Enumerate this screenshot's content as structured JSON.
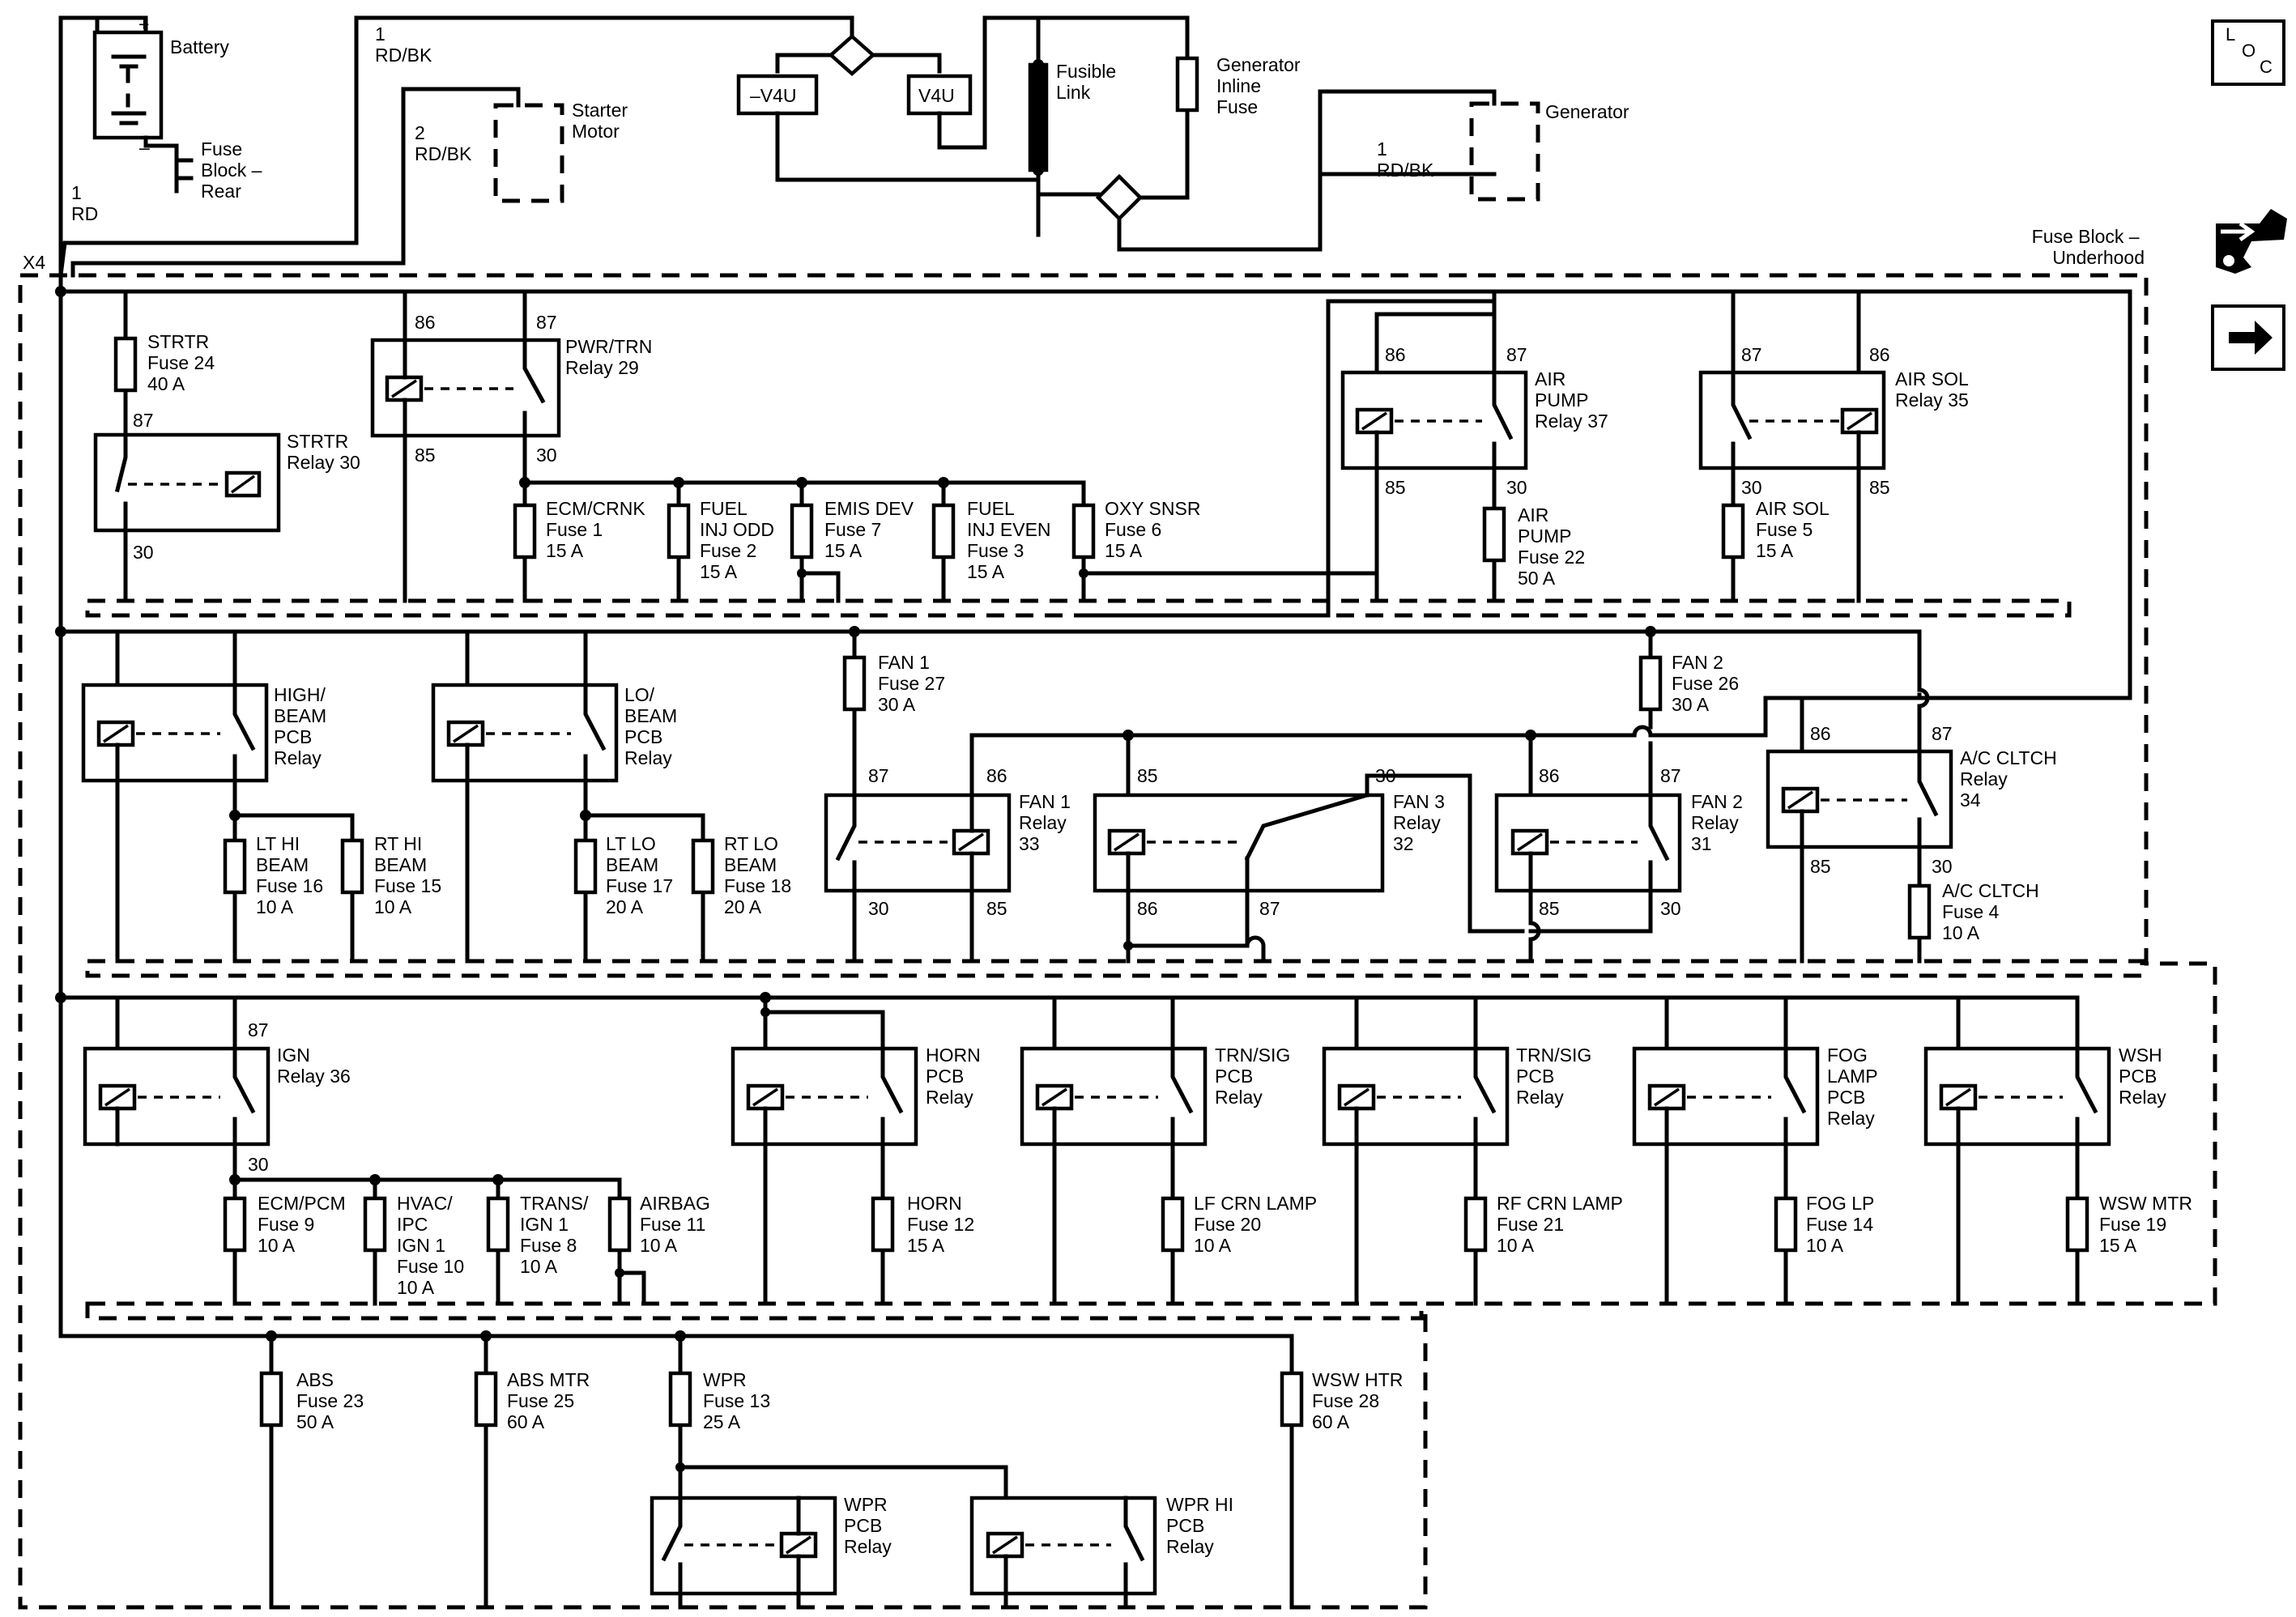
{
  "title": "",
  "battery": {
    "label": "Battery",
    "plus": "+",
    "minus": "–"
  },
  "fuse_block_rear": {
    "lines": [
      "Fuse",
      "Block –",
      "Rear"
    ]
  },
  "starter_motor": {
    "lines": [
      "Starter",
      "Motor"
    ]
  },
  "generator": {
    "label": "Generator"
  },
  "fusible_link": {
    "lines": [
      "Fusible",
      "Link"
    ]
  },
  "generator_inline_fuse": {
    "lines": [
      "Generator",
      "Inline",
      "Fuse"
    ]
  },
  "option_neg_v4u": "–V4U",
  "option_v4u": "V4U",
  "wire_1rd": {
    "lines": [
      "1",
      "RD"
    ]
  },
  "wire_1rdbk_top": {
    "lines": [
      "1",
      "RD/BK"
    ]
  },
  "wire_2rdbk": {
    "lines": [
      "2",
      "RD/BK"
    ]
  },
  "wire_1rdbk_gen": {
    "lines": [
      "1",
      "RD/BK"
    ]
  },
  "connector_x4": "X4",
  "fuse_block_underhood": {
    "lines": [
      "Fuse Block –",
      "Underhood"
    ]
  },
  "loc_icon": {
    "l": "L",
    "o": "O",
    "c": "C"
  },
  "relays": {
    "strtr": {
      "lines": [
        "STRTR",
        "Relay 30"
      ],
      "pins": [
        "87",
        "30"
      ]
    },
    "pwr_trn": {
      "lines": [
        "PWR/TRN",
        "Relay 29"
      ],
      "pins": [
        "86",
        "87",
        "85",
        "30"
      ]
    },
    "air_pump": {
      "lines": [
        "AIR",
        "PUMP",
        "Relay 37"
      ],
      "pins": [
        "86",
        "87",
        "85",
        "30"
      ]
    },
    "air_sol": {
      "lines": [
        "AIR SOL",
        "Relay 35"
      ],
      "pins": [
        "87",
        "86",
        "30",
        "85"
      ]
    },
    "high_beam": {
      "lines": [
        "HIGH/",
        "BEAM",
        "PCB",
        "Relay"
      ]
    },
    "lo_beam": {
      "lines": [
        "LO/",
        "BEAM",
        "PCB",
        "Relay"
      ]
    },
    "fan1": {
      "lines": [
        "FAN 1",
        "Relay",
        "33"
      ],
      "pins": [
        "87",
        "86",
        "30",
        "85"
      ]
    },
    "fan3": {
      "lines": [
        "FAN 3",
        "Relay",
        "32"
      ],
      "pins": [
        "85",
        "30",
        "86",
        "87"
      ]
    },
    "fan2": {
      "lines": [
        "FAN 2",
        "Relay",
        "31"
      ],
      "pins": [
        "86",
        "87",
        "85",
        "30"
      ]
    },
    "ac_cltch": {
      "lines": [
        "A/C CLTCH",
        "Relay",
        "34"
      ],
      "pins": [
        "86",
        "87",
        "85",
        "30"
      ]
    },
    "ign": {
      "lines": [
        "IGN",
        "Relay 36"
      ],
      "pins": [
        "87",
        "30"
      ]
    },
    "horn": {
      "lines": [
        "HORN",
        "PCB",
        "Relay"
      ]
    },
    "trn_sig_left": {
      "lines": [
        "TRN/SIG",
        "PCB",
        "Relay"
      ]
    },
    "trn_sig_right": {
      "lines": [
        "TRN/SIG",
        "PCB",
        "Relay"
      ]
    },
    "fog_lamp": {
      "lines": [
        "FOG",
        "LAMP",
        "PCB",
        "Relay"
      ]
    },
    "wsh": {
      "lines": [
        "WSH",
        "PCB",
        "Relay"
      ]
    },
    "wpr": {
      "lines": [
        "WPR",
        "PCB",
        "Relay"
      ]
    },
    "wpr_hi": {
      "lines": [
        "WPR HI",
        "PCB",
        "Relay"
      ]
    }
  },
  "fuses": {
    "strtr": {
      "lines": [
        "STRTR",
        "Fuse 24",
        "40 A"
      ]
    },
    "ecm_crnk": {
      "lines": [
        "ECM/CRNK",
        "Fuse 1",
        "15 A"
      ]
    },
    "fuel_inj_odd": {
      "lines": [
        "FUEL",
        "INJ ODD",
        "Fuse 2",
        "15 A"
      ]
    },
    "emis_dev": {
      "lines": [
        "EMIS DEV",
        "Fuse 7",
        "15 A"
      ]
    },
    "fuel_inj_even": {
      "lines": [
        "FUEL",
        "INJ EVEN",
        "Fuse 3",
        "15 A"
      ]
    },
    "oxy_snsr": {
      "lines": [
        "OXY SNSR",
        "Fuse 6",
        "15 A"
      ]
    },
    "air_pump": {
      "lines": [
        "AIR",
        "PUMP",
        "Fuse 22",
        "50 A"
      ]
    },
    "air_sol": {
      "lines": [
        "AIR SOL",
        "Fuse 5",
        "15 A"
      ]
    },
    "lt_hi_beam": {
      "lines": [
        "LT HI",
        "BEAM",
        "Fuse 16",
        "10 A"
      ]
    },
    "rt_hi_beam": {
      "lines": [
        "RT HI",
        "BEAM",
        "Fuse 15",
        "10 A"
      ]
    },
    "lt_lo_beam": {
      "lines": [
        "LT LO",
        "BEAM",
        "Fuse 17",
        "20 A"
      ]
    },
    "rt_lo_beam": {
      "lines": [
        "RT LO",
        "BEAM",
        "Fuse 18",
        "20 A"
      ]
    },
    "fan1": {
      "lines": [
        "FAN 1",
        "Fuse 27",
        "30 A"
      ]
    },
    "fan2": {
      "lines": [
        "FAN 2",
        "Fuse 26",
        "30 A"
      ]
    },
    "ac_cltch": {
      "lines": [
        "A/C CLTCH",
        "Fuse 4",
        "10 A"
      ]
    },
    "ecm_pcm": {
      "lines": [
        "ECM/PCM",
        "Fuse 9",
        "10 A"
      ]
    },
    "hvac_ipc": {
      "lines": [
        "HVAC/",
        "IPC",
        "IGN 1",
        "Fuse 10",
        "10 A"
      ]
    },
    "trans_ign1": {
      "lines": [
        "TRANS/",
        "IGN 1",
        "Fuse 8",
        "10 A"
      ]
    },
    "airbag": {
      "lines": [
        "AIRBAG",
        "Fuse 11",
        "10 A"
      ]
    },
    "horn": {
      "lines": [
        "HORN",
        "Fuse 12",
        "15 A"
      ]
    },
    "lf_crn_lamp": {
      "lines": [
        "LF CRN LAMP",
        "Fuse 20",
        "10 A"
      ]
    },
    "rf_crn_lamp": {
      "lines": [
        "RF CRN LAMP",
        "Fuse 21",
        "10 A"
      ]
    },
    "fog_lp": {
      "lines": [
        "FOG LP",
        "Fuse 14",
        "10 A"
      ]
    },
    "wsw_mtr": {
      "lines": [
        "WSW MTR",
        "Fuse 19",
        "15 A"
      ]
    },
    "abs": {
      "lines": [
        "ABS",
        "Fuse 23",
        "50 A"
      ]
    },
    "abs_mtr": {
      "lines": [
        "ABS MTR",
        "Fuse 25",
        "60 A"
      ]
    },
    "wpr": {
      "lines": [
        "WPR",
        "Fuse 13",
        "25 A"
      ]
    },
    "wsw_htr": {
      "lines": [
        "WSW HTR",
        "Fuse 28",
        "60 A"
      ]
    }
  },
  "side_icons": [
    "loc-icon",
    "service-icon",
    "arrow-right-icon"
  ]
}
